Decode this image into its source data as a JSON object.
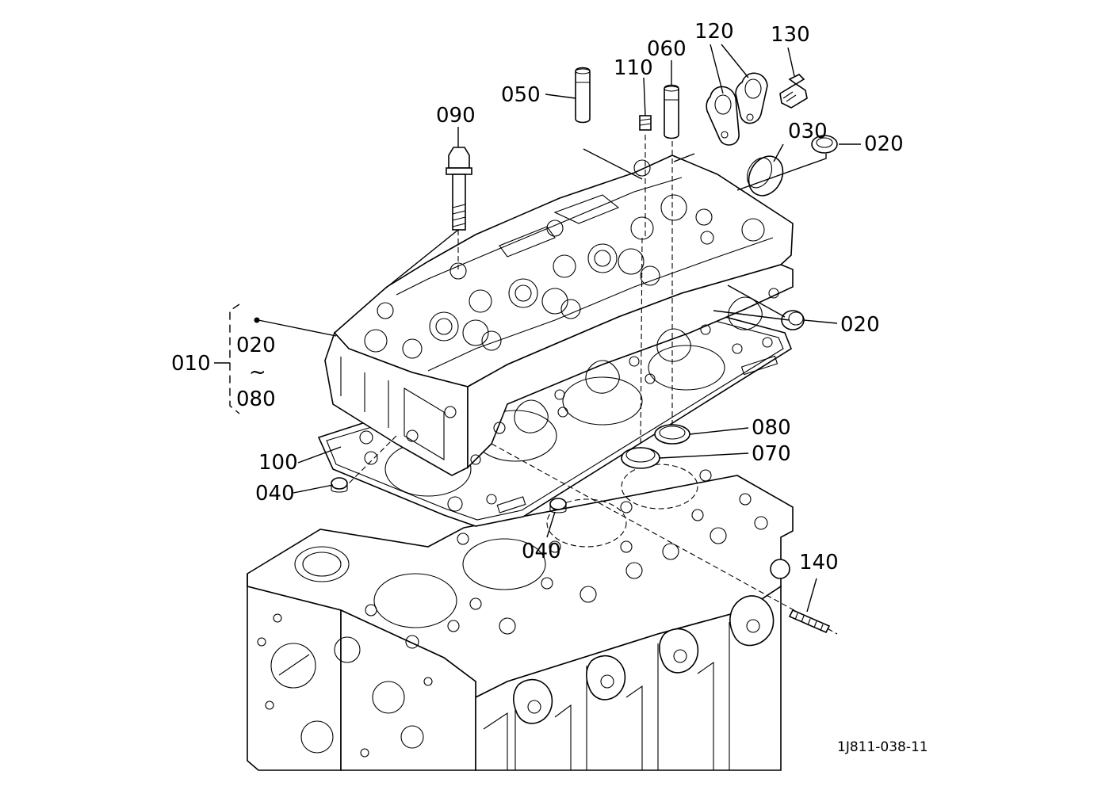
{
  "labels": {
    "p010": "010",
    "p020a": "020",
    "p020b": "020",
    "p020c": "020",
    "tilde": "~",
    "p080a": "080",
    "p030": "030",
    "p040a": "040",
    "p040b": "040",
    "p050": "050",
    "p060": "060",
    "p070": "070",
    "p080b": "080",
    "p090": "090",
    "p100": "100",
    "p110": "110",
    "p120": "120",
    "p130": "130",
    "p140": "140"
  },
  "diagram_ref": "1J811-038-11",
  "colors": {
    "ink": "#000000",
    "paper": "#ffffff"
  }
}
